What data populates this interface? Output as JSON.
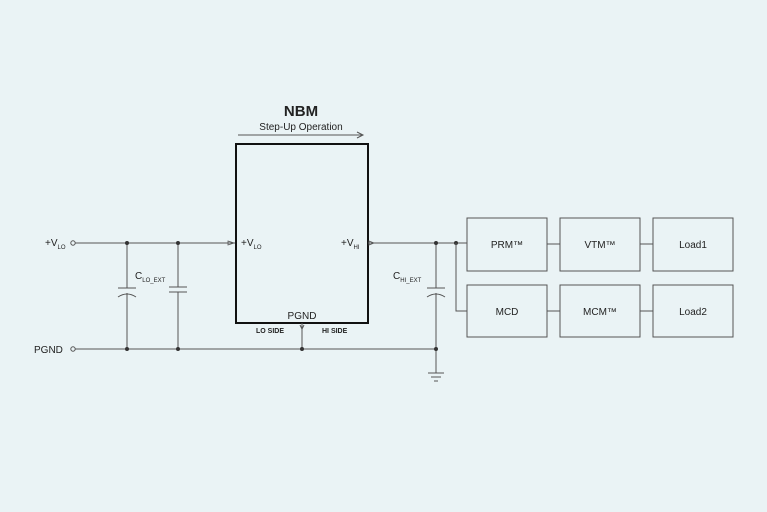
{
  "title": "NBM",
  "subtitle": "Step-Up Operation",
  "left_rail": {
    "vlo_main": "+V",
    "vlo_sub": "LO",
    "pgnd": "PGND"
  },
  "module": {
    "vlo_main": "+V",
    "vlo_sub": "LO",
    "vhi_main": "+V",
    "vhi_sub": "HI",
    "pgnd": "PGND",
    "lo_side": "LO SIDE",
    "hi_side": "HI SIDE"
  },
  "capacitors": {
    "clo_main": "C",
    "clo_sub": "LO_EXT",
    "chi_main": "C",
    "chi_sub": "HI_EXT"
  },
  "blocks": {
    "prm": "PRM™",
    "vtm": "VTM™",
    "load1": "Load1",
    "mcd": "MCD",
    "mcm": "MCM™",
    "load2": "Load2"
  }
}
